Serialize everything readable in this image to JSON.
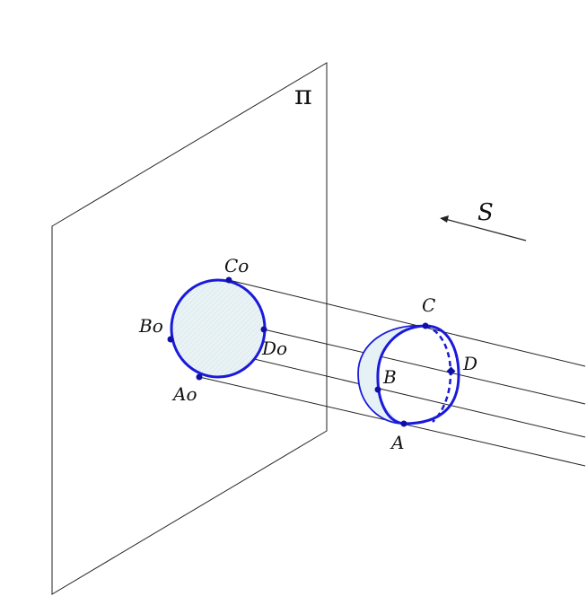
{
  "labels": {
    "plane": "π",
    "direction": "S",
    "Co": "Co",
    "Bo": "Bo",
    "Do": "Do",
    "Ao": "Ao",
    "C": "C",
    "B": "B",
    "D": "D",
    "A": "A"
  },
  "colors": {
    "circle_stroke": "#1a1adb",
    "circle_fill": "#e6f1f5",
    "line": "#222222",
    "point": "#1010a8"
  }
}
